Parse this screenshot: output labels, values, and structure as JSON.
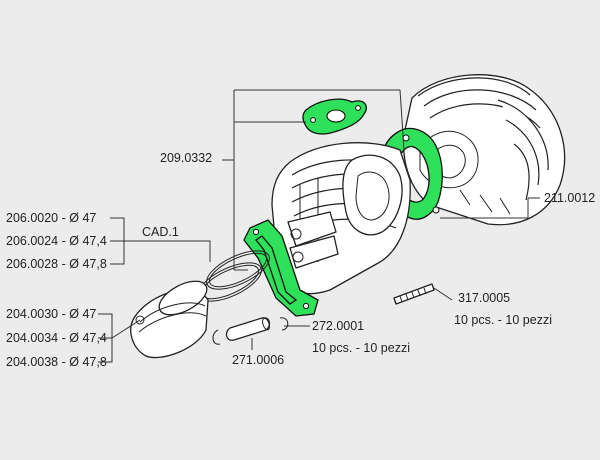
{
  "accent_color": "#2fe05a",
  "labels": {
    "gasket_set": "209.0332",
    "cylinder_head": "211.0012",
    "rings_title": "CAD.1",
    "ring_1": "206.0020 - Ø 47",
    "ring_2": "206.0024 - Ø 47,4",
    "ring_3": "206.0028 - Ø 47,8",
    "piston_1": "204.0030 - Ø 47",
    "piston_2": "204.0034 - Ø 47,4",
    "piston_3": "204.0038 - Ø 47,8",
    "circlip": "272.0001",
    "circlip_qty": "10 pcs. - 10 pezzi",
    "stud": "317.0005",
    "stud_qty": "10 pcs. - 10 pezzi",
    "piston_pin": "271.0006"
  }
}
